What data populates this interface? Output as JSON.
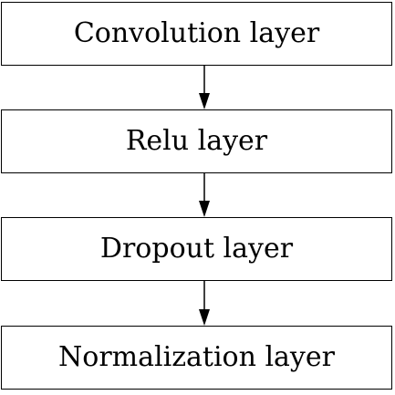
{
  "diagram": {
    "nodes": [
      {
        "label": "Convolution layer"
      },
      {
        "label": "Relu layer"
      },
      {
        "label": "Dropout layer"
      },
      {
        "label": "Normalization layer"
      }
    ],
    "edges": [
      {
        "from": "Convolution layer",
        "to": "Relu layer"
      },
      {
        "from": "Relu layer",
        "to": "Dropout layer"
      },
      {
        "from": "Dropout layer",
        "to": "Normalization layer"
      }
    ]
  }
}
